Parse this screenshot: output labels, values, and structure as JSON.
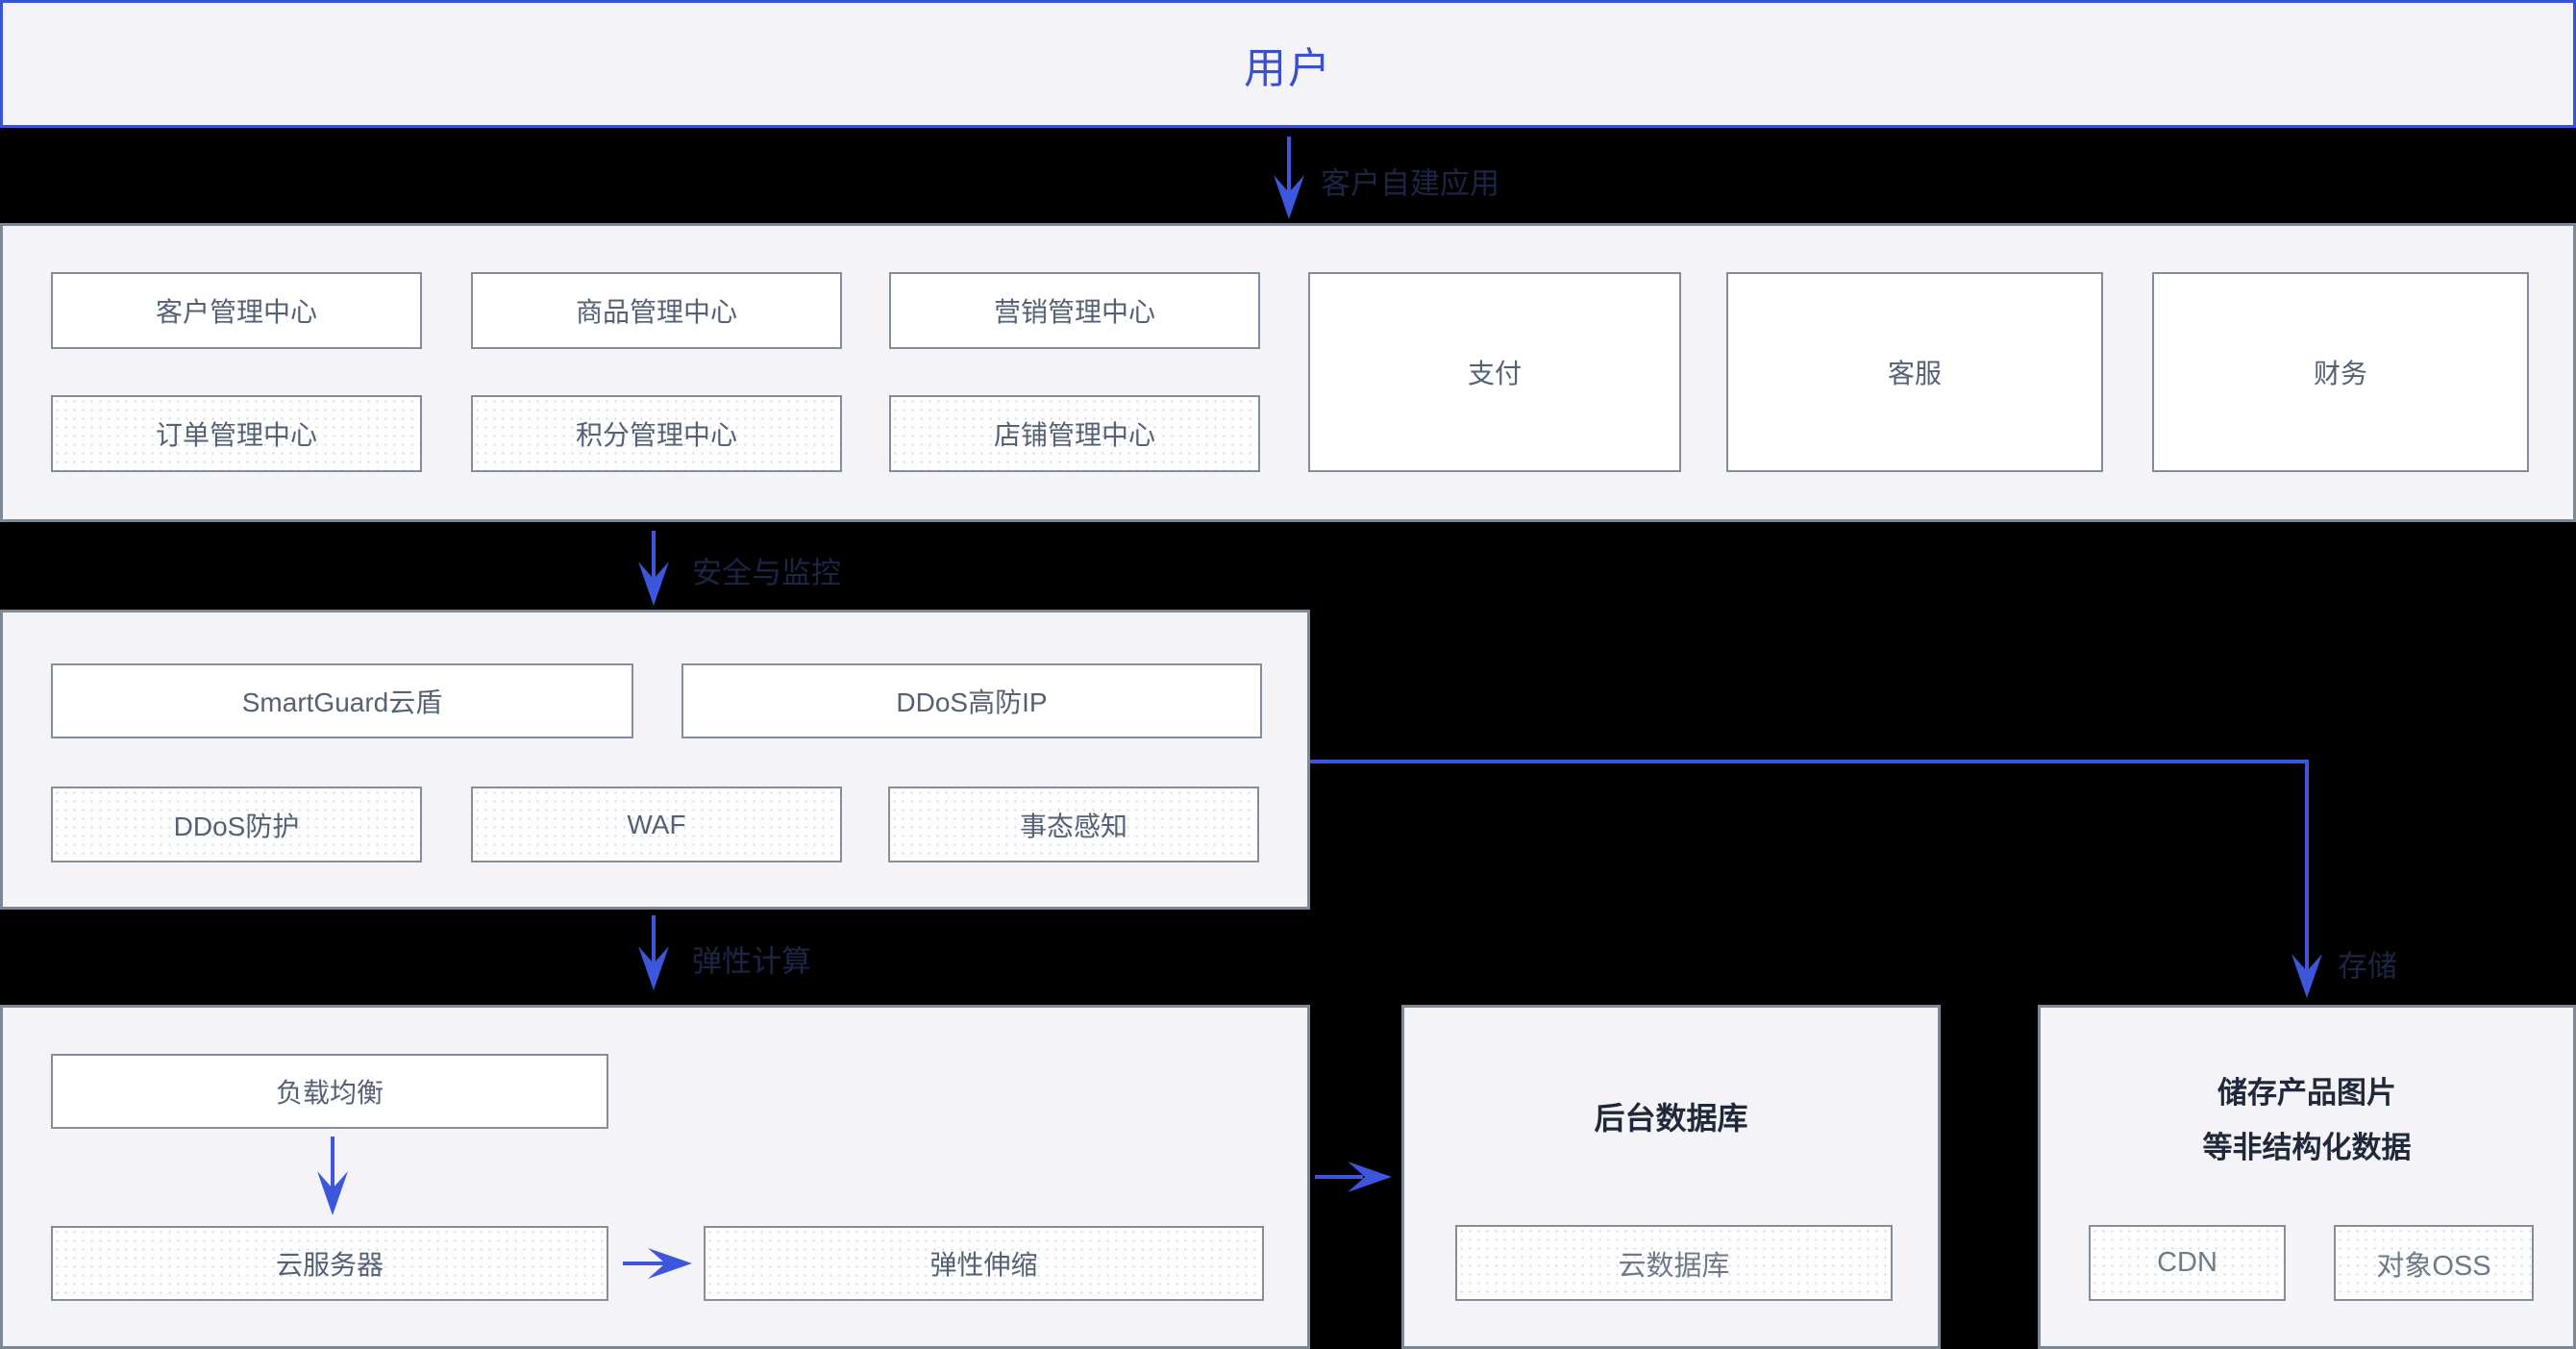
{
  "accent_color": "#3c57dc",
  "background_color": "#000000",
  "panel_color": "#f3f3f8",
  "user_banner": {
    "label": "用户"
  },
  "flow_labels": {
    "apps": "客户自建应用",
    "security": "安全与监控",
    "compute": "弹性计算",
    "storage": "存储"
  },
  "sections": {
    "apps": {
      "row1": [
        "客户管理中心",
        "商品管理中心",
        "营销管理中心"
      ],
      "row2": [
        "订单管理中心",
        "积分管理中心",
        "店铺管理中心"
      ],
      "tall": [
        "支付",
        "客服",
        "财务"
      ]
    },
    "security": {
      "row1": [
        "SmartGuard云盾",
        "DDoS高防IP"
      ],
      "row2": [
        "DDoS防护",
        "WAF",
        "事态感知"
      ]
    },
    "compute": {
      "load_balancer": "负载均衡",
      "cloud_server": "云服务器",
      "auto_scaling": "弹性伸缩"
    },
    "database": {
      "title": "后台数据库",
      "box": "云数据库"
    },
    "storage": {
      "title_line1": "储存产品图片",
      "title_line2": "等非结构化数据",
      "cdn": "CDN",
      "oss": "对象OSS"
    }
  }
}
